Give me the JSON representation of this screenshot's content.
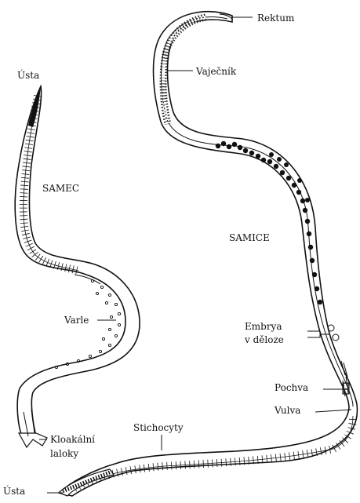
{
  "diagram": {
    "male_label": "SAMEC",
    "female_label": "SAMICE",
    "labels": {
      "usta_top": "Ústa",
      "usta_bottom": "Ústa",
      "rektum": "Rektum",
      "vajecnik": "Vaječník",
      "varle": "Varle",
      "embrya_line1": "Embrya",
      "embrya_line2": "v děloze",
      "pochva": "Pochva",
      "vulva": "Vulva",
      "stichocyty": "Stichocyty",
      "kloakalni_line1": "Kloakální",
      "kloakalni_line2": "laloky"
    }
  }
}
